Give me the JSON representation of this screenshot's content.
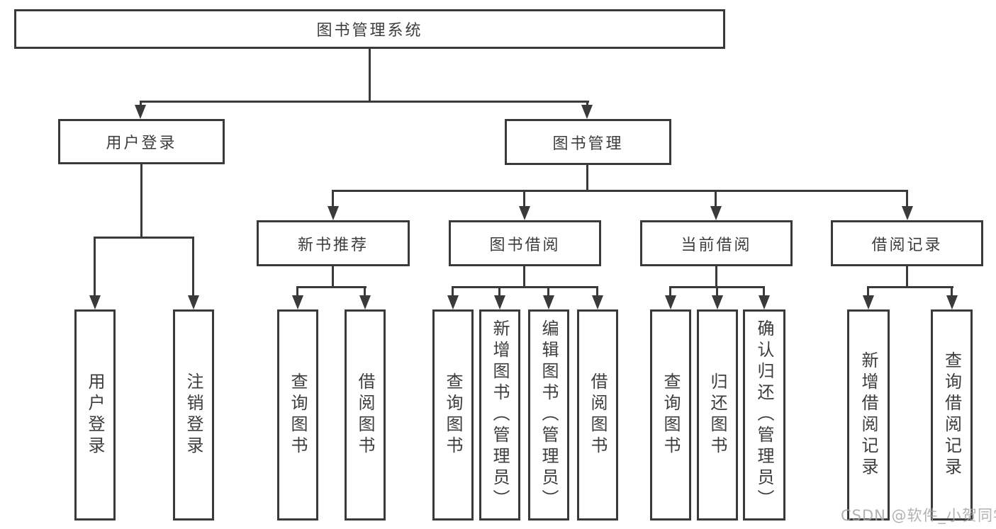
{
  "diagram": {
    "root": "图书管理系统",
    "level2": [
      {
        "label": "用户登录",
        "children": [
          "用户登录",
          "注销登录"
        ]
      },
      {
        "label": "图书管理",
        "children": [
          {
            "label": "新书推荐",
            "children": [
              "查询图书",
              "借阅图书"
            ]
          },
          {
            "label": "图书借阅",
            "children": [
              "查询图书",
              "新增图书（管理员）",
              "编辑图书（管理员）",
              "借阅图书"
            ]
          },
          {
            "label": "当前借阅",
            "children": [
              "查询图书",
              "归还图书",
              "确认归还（管理员）"
            ]
          },
          {
            "label": "借阅记录",
            "children": [
              "新增借阅记录",
              "查询借阅记录"
            ]
          }
        ]
      }
    ]
  },
  "watermark": {
    "text": "CSDN @软件_小贺同学"
  },
  "colors": {
    "line": "#3a3a3a",
    "text": "#3d3d3d",
    "background": "#ffffff",
    "watermark": "#a4a4a4"
  }
}
